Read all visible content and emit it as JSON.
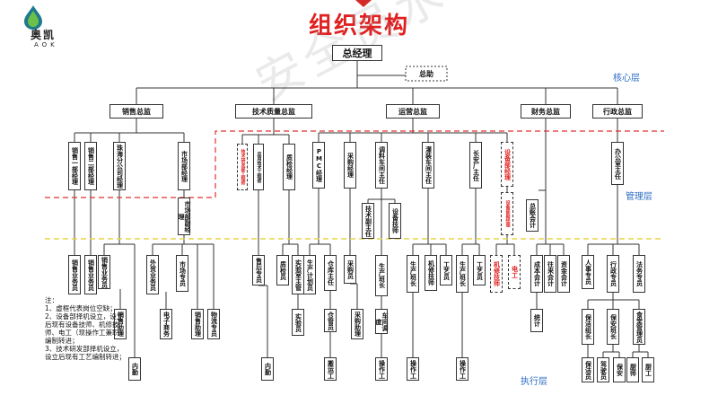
{
  "logo": {
    "cn": "奥凯",
    "en": "AOK"
  },
  "title": "组织架构",
  "watermark": "安全员水印",
  "layers": {
    "core": "核心层",
    "management": "管理层",
    "execution": "执行层"
  },
  "ceo": "总经理",
  "assistant": "总助",
  "directors": {
    "sales": "销售总监",
    "tech": "技术质量总监",
    "ops": "运营总监",
    "finance": "财务总监",
    "admin": "行政总监"
  },
  "managers": {
    "sales1": "销售一部经理",
    "sales2": "销售二部经理",
    "branch": "珠海分公司经理",
    "market": "市场部经理",
    "market_deputy": "市场部副经理",
    "tech_engineer": "技术研发部工程师",
    "app_engineer": "应用技术工程师",
    "qc": "质检经理",
    "pmc": "PMC经理",
    "purchase": "采购经理",
    "blend_dir": "调料车间主任",
    "fill_dir": "灌装车间主任",
    "changan_dir": "长安厂主任",
    "equip": "设备部经理",
    "equip_deputy": "设备部副经理",
    "tech_deputy": "技术副主任",
    "equip_tech_mgr": "设备技师",
    "chief_acct": "总账会计",
    "office": "办公室主任"
  },
  "staff": {
    "s1": "销售业务员",
    "s2": "销售业务员",
    "s3": "销售业务员",
    "s3b": "销售助理",
    "s3c": "内勤",
    "m1": "外贸业务员",
    "m1b": "电子商务",
    "m2": "市场专员",
    "m2b": "销售助理",
    "m3": "物流专员",
    "t1": "售后专员",
    "t1b": "内勤",
    "q1": "质检员",
    "q2": "实验室主管",
    "q2b": "实验员",
    "p1": "生产计划员",
    "p2": "仓库主任",
    "p2b": "仓管员",
    "p2c": "搬运工",
    "pu1": "采购员",
    "pu1b": "采购助理",
    "b1": "生产班长",
    "b1b": "车间调度",
    "b1c": "操作工",
    "f1": "生产班长",
    "f1b": "操作工",
    "f2": "机修技师",
    "f3": "工艺员",
    "c1": "生产班长",
    "c1b": "操作工",
    "c2": "工艺员",
    "e1": "机修技师",
    "e2": "电工",
    "a1": "成本会计",
    "a1b": "统计",
    "a2": "往来会计",
    "a3": "资金会计",
    "h1": "人事专员",
    "h2": "行政专员",
    "h2a": "保洁组长",
    "h2a1": "保洁员",
    "h2b": "保安班长",
    "h2b1": "驾驶员",
    "h2b2": "保安",
    "h2c": "食堂管理员",
    "h2c1": "厨师",
    "h2c2": "厨工",
    "h3": "法务专员"
  },
  "notes": [
    "注：",
    "1、虚框代表岗位空缺；",
    "2、设备部择机设立，设立后现有设备技师、机修技师、电工（现操作工兼职）编制转进；",
    "3、技术研发部择机设立，设立后现有工艺编制转进；"
  ],
  "colors": {
    "red": "#e02020",
    "blue": "#2b6cc4",
    "dashRed": "#e03030",
    "dashYellow": "#e8d44a"
  }
}
